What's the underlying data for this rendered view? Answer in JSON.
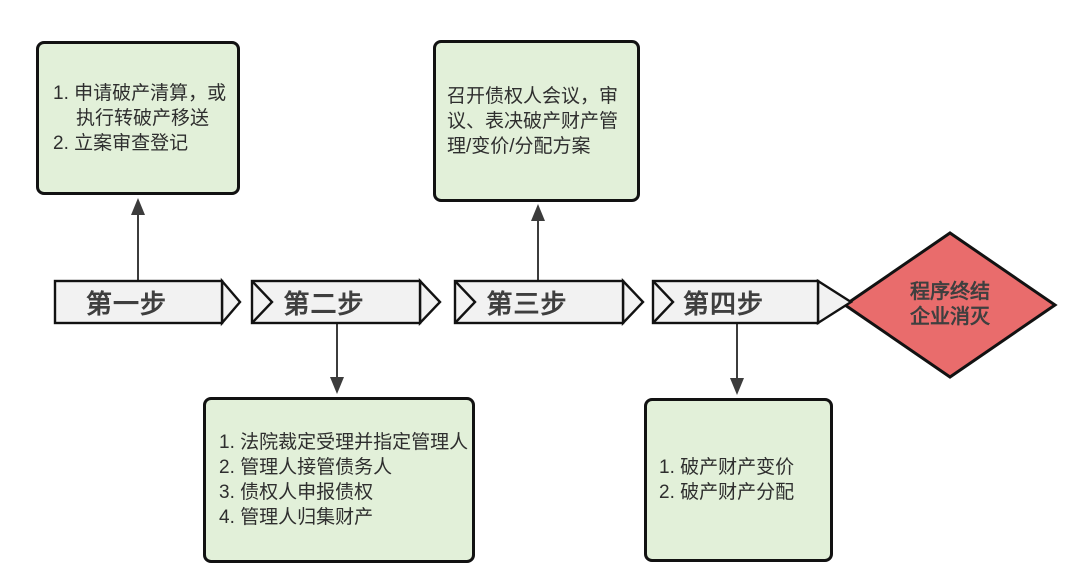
{
  "diagram": {
    "steps": [
      {
        "label": "第一步"
      },
      {
        "label": "第二步"
      },
      {
        "label": "第三步"
      },
      {
        "label": "第四步"
      }
    ],
    "boxes": {
      "box1": {
        "lines": [
          "1. 申请破产清算，或",
          "执行转破产移送",
          "2. 立案审查登记"
        ]
      },
      "box2": {
        "lines": [
          "召开债权人会议，审",
          "议、表决破产财产管",
          "理/变价/分配方案"
        ]
      },
      "box3": {
        "lines": [
          "1. 法院裁定受理并指定管理人",
          "2. 管理人接管债务人",
          "3. 债权人申报债权",
          "4. 管理人归集财产"
        ]
      },
      "box4": {
        "lines": [
          "1. 破产财产变价",
          "2. 破产财产分配"
        ]
      }
    },
    "terminal": {
      "lines": [
        "程序终结",
        "企业消灭"
      ]
    },
    "colors": {
      "box_fill": "#e2f0d9",
      "step_fill": "#f2f2f2",
      "terminal_fill": "#e96c6c",
      "border": "#121212",
      "text": "#2e2e2e",
      "label_text": "#3f3f3f",
      "arrow": "#3c3c3c"
    }
  }
}
